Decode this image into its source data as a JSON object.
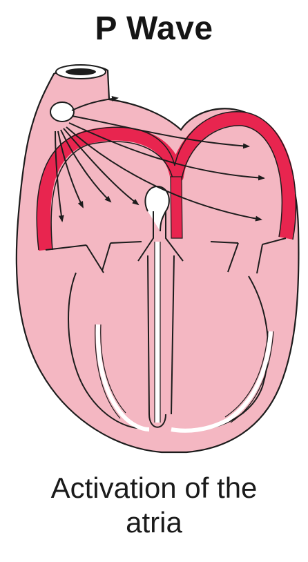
{
  "title": "P Wave",
  "caption": {
    "line1": "Activation of the",
    "line2": "atria"
  },
  "colors": {
    "tissue": "#f4b7c2",
    "tissue_light": "#f8c8d1",
    "conduction": "#e8254f",
    "outline": "#1c1c1c",
    "node": "#ffffff"
  }
}
